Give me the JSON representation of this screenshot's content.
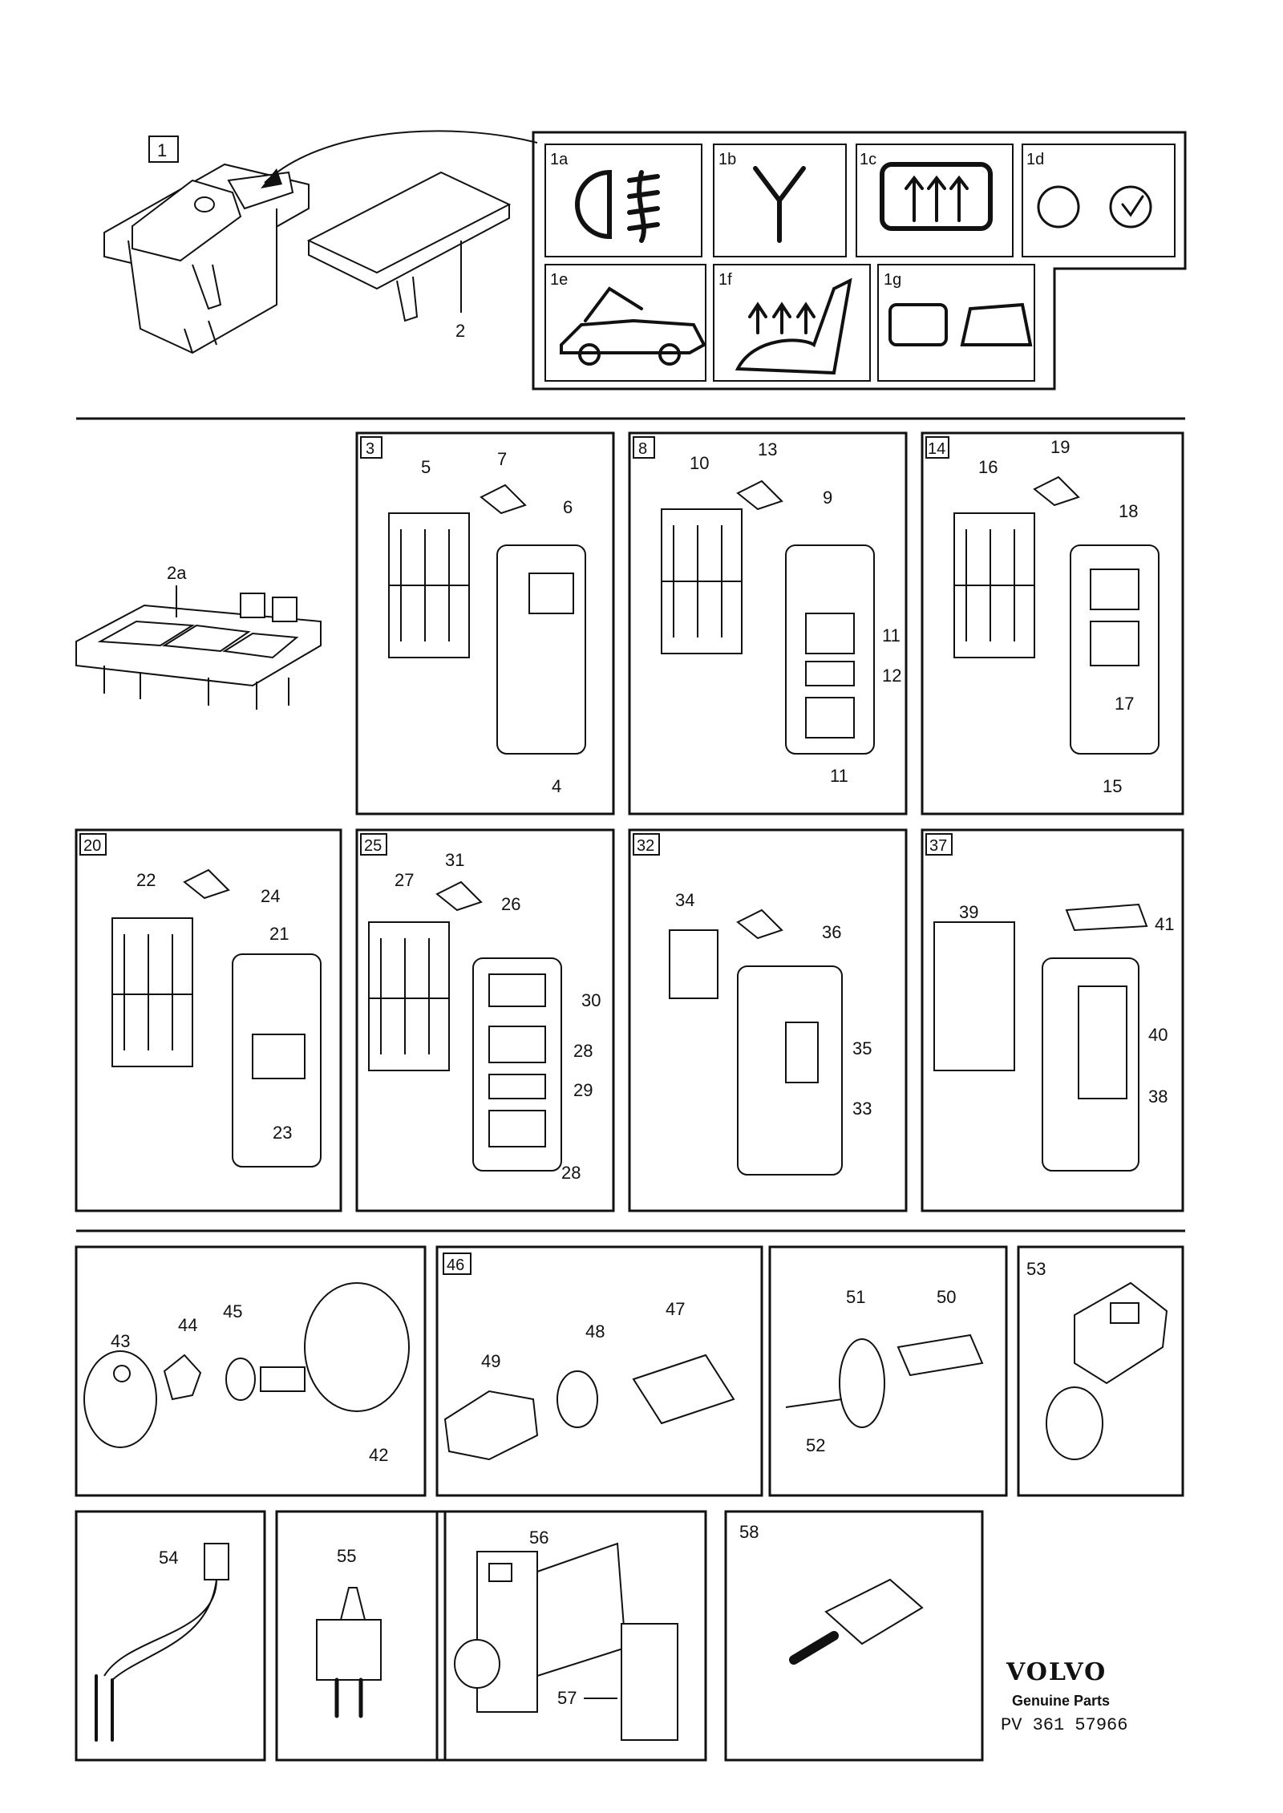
{
  "top": {
    "box1": "1",
    "label2": "2",
    "symbols": [
      "1a",
      "1b",
      "1c",
      "1d",
      "1e",
      "1f",
      "1g"
    ]
  },
  "row2": {
    "label2a": "2a",
    "p3": {
      "tag": "3",
      "labels": [
        "5",
        "7",
        "6",
        "4"
      ]
    },
    "p8": {
      "tag": "8",
      "labels": [
        "10",
        "13",
        "9",
        "11",
        "12",
        "11"
      ]
    },
    "p14": {
      "tag": "14",
      "labels": [
        "16",
        "19",
        "18",
        "17",
        "15"
      ]
    }
  },
  "row3": {
    "p20": {
      "tag": "20",
      "labels": [
        "22",
        "24",
        "21",
        "23"
      ]
    },
    "p25": {
      "tag": "25",
      "labels": [
        "27",
        "31",
        "26",
        "30",
        "28",
        "29",
        "28"
      ]
    },
    "p32": {
      "tag": "32",
      "labels": [
        "34",
        "36",
        "35",
        "33"
      ]
    },
    "p37": {
      "tag": "37",
      "labels": [
        "39",
        "41",
        "40",
        "38"
      ]
    }
  },
  "row4": {
    "pA": {
      "labels": [
        "43",
        "44",
        "45",
        "42"
      ]
    },
    "p46": {
      "tag": "46",
      "labels": [
        "47",
        "48",
        "49"
      ]
    },
    "pB": {
      "labels": [
        "51",
        "50",
        "52"
      ]
    },
    "p53": {
      "labels": [
        "53"
      ]
    }
  },
  "row5": {
    "p54": {
      "labels": [
        "54"
      ]
    },
    "p55": {
      "labels": [
        "55"
      ]
    },
    "p56": {
      "labels": [
        "56",
        "57"
      ]
    },
    "p58": {
      "labels": [
        "58"
      ]
    }
  },
  "footer": {
    "brand": "VOLVO",
    "subtitle": "Genuine Parts",
    "code": "PV 361 57966"
  }
}
